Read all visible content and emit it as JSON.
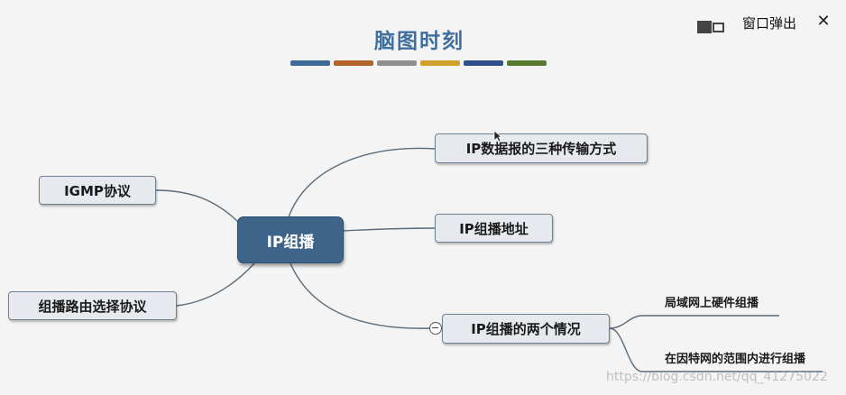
{
  "header": {
    "title": "脑图时刻",
    "palette_colors": [
      "#3e6a9a",
      "#b5612c",
      "#8e8e8e",
      "#d2a22c",
      "#2f4f8c",
      "#587a2f"
    ]
  },
  "popup": {
    "icon": "popout-window-icon",
    "label": "窗口弹出",
    "close_icon": "close-icon"
  },
  "mindmap": {
    "center": "IP组播",
    "left": [
      "IGMP协议",
      "组播路由选择协议"
    ],
    "right": [
      "IP数据报的三种传输方式",
      "IP组播地址",
      "IP组播的两个情况"
    ],
    "leaves": [
      "局域网上硬件组播",
      "在因特网的范围内进行组播"
    ],
    "collapse_icon": "collapse-minus-icon"
  },
  "watermark": "https://blog.csdn.net/qq_41275022"
}
